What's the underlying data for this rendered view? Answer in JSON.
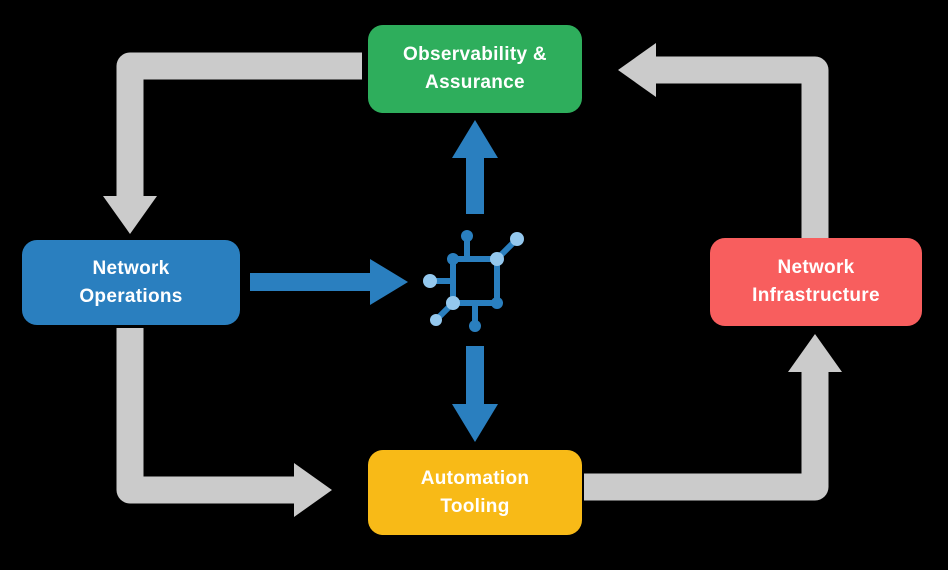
{
  "colors": {
    "background": "#000000",
    "text": "#ffffff",
    "arrow_gray": "#cbcbcb",
    "arrow_blue": "#2a7fbf",
    "icon_dark_blue": "#2a7fbf",
    "icon_light_blue": "#94c8ee"
  },
  "nodes": {
    "observability": {
      "label": "Observability &\nAssurance",
      "color": "#2eae5c"
    },
    "operations": {
      "label": "Network\nOperations",
      "color": "#2a7fbf"
    },
    "infrastructure": {
      "label": "Network\nInfrastructure",
      "color": "#f85e5e"
    },
    "automation": {
      "label": "Automation\nTooling",
      "color": "#f8ba17"
    }
  },
  "icons": {
    "center": "network-hub-icon"
  }
}
